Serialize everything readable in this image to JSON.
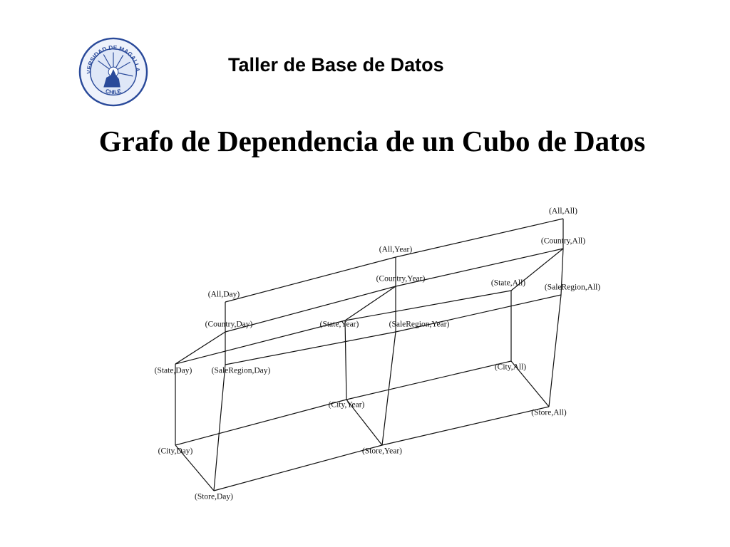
{
  "header": {
    "title": "Taller de Base de Datos",
    "logo": {
      "icon": "university-seal-icon",
      "text_top": "UNIVERSIDAD DE MAGALLANES",
      "text_bottom": "CHILE",
      "color": "#2a4a9a"
    }
  },
  "slide": {
    "title": "Grafo de Dependencia de un Cubo de Datos"
  },
  "diagram": {
    "nodes": [
      {
        "id": "all_all",
        "label": "(All,All)"
      },
      {
        "id": "country_all",
        "label": "(Country,All)"
      },
      {
        "id": "all_year",
        "label": "(All,Year)"
      },
      {
        "id": "country_year",
        "label": "(Country,Year)"
      },
      {
        "id": "state_all",
        "label": "(State,All)"
      },
      {
        "id": "saleregion_all",
        "label": "(SaleRegion,All)"
      },
      {
        "id": "all_day",
        "label": "(All,Day)"
      },
      {
        "id": "country_day",
        "label": "(Country,Day)"
      },
      {
        "id": "state_year",
        "label": "(State,Year)"
      },
      {
        "id": "saleregion_year",
        "label": "(SaleRegion,Year)"
      },
      {
        "id": "state_day",
        "label": "(State,Day)"
      },
      {
        "id": "saleregion_day",
        "label": "(SaleRegion,Day)"
      },
      {
        "id": "city_all",
        "label": "(City,All)"
      },
      {
        "id": "city_year",
        "label": "(City,Year)"
      },
      {
        "id": "store_all",
        "label": "(Store,All)"
      },
      {
        "id": "city_day",
        "label": "(City,Day)"
      },
      {
        "id": "store_year",
        "label": "(Store,Year)"
      },
      {
        "id": "store_day",
        "label": "(Store,Day)"
      }
    ],
    "edges": [
      [
        "all_day",
        "all_year"
      ],
      [
        "all_year",
        "all_all"
      ],
      [
        "all_all",
        "country_all"
      ],
      [
        "all_year",
        "country_year"
      ],
      [
        "all_day",
        "country_day"
      ],
      [
        "country_day",
        "country_year"
      ],
      [
        "country_year",
        "country_all"
      ],
      [
        "country_all",
        "state_all"
      ],
      [
        "country_all",
        "saleregion_all"
      ],
      [
        "country_year",
        "state_year"
      ],
      [
        "country_year",
        "saleregion_year"
      ],
      [
        "country_day",
        "state_day"
      ],
      [
        "country_day",
        "saleregion_day"
      ],
      [
        "state_day",
        "state_year"
      ],
      [
        "state_year",
        "state_all"
      ],
      [
        "saleregion_day",
        "saleregion_year"
      ],
      [
        "saleregion_year",
        "saleregion_all"
      ],
      [
        "state_all",
        "city_all"
      ],
      [
        "state_year",
        "city_year"
      ],
      [
        "state_day",
        "city_day"
      ],
      [
        "city_day",
        "city_year"
      ],
      [
        "city_year",
        "city_all"
      ],
      [
        "city_all",
        "store_all"
      ],
      [
        "city_year",
        "store_year"
      ],
      [
        "city_day",
        "store_day"
      ],
      [
        "store_day",
        "store_year"
      ],
      [
        "store_year",
        "store_all"
      ],
      [
        "saleregion_all",
        "store_all"
      ],
      [
        "saleregion_year",
        "store_year"
      ],
      [
        "saleregion_day",
        "store_day"
      ]
    ]
  }
}
